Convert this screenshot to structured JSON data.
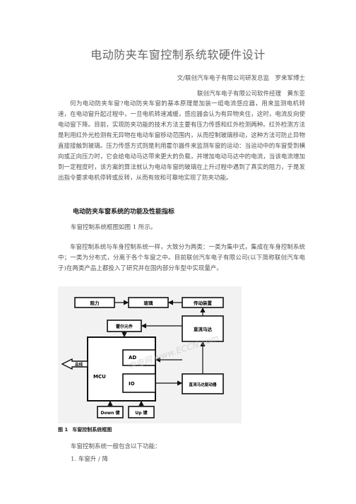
{
  "title": "电动防夹车窗控制系统软硬件设计",
  "authors": [
    "文/联创汽车电子有限公司研发总监　罗来军博士",
    "联创汽车电子有限公司软件经理　黄东亚"
  ],
  "intro": "何为电动防夹车窗?电动防夹车窗的基本原理是加装一组电流感应器，用来监测电机转速，在电动窗升起过程中，一旦电机转速减缓，感应器会认为有异物夹住，这时，电流反向使电动窗下降。目前，实现防夹功能的技术方法主要有压力传感和红外检测两种。红外检测方法是利用红外光检测有无异物在电动车窗移动范围内，从而控制玻璃移动，这种方法可防止异物直接接触到玻璃。压力传感方式则是利用霍尔器件来监测车窗的运动：当运动中的车窗受到横向或正向压力时，它会给电动马达带来更大的负载，并增加电动马达中的电流，当该电流增加到一定程度时，该方案的算法就认为电动车窗的玻璃在上升过程中遇到了真实的阻力，于是发出指令要求电机停转或反转，从而有效和可靠地实现了防夹功能。",
  "section_heading": "电动防夹车窗系统的功能及性能指标",
  "fig_ref": "车窗控制系统框图如图 1 所示。",
  "para2": "车窗控制系统与车身控制系统一样，大致分为两类：一类为集中式，集成在车身控制系统中；一类为分布式，分离于各个车窗之中。目前联创汽车电子有限公司(以下简称联创汽车电子)在两类产品上都投入了研究并在国内部分车型中实现量产。",
  "figure": {
    "boxes": {
      "power": "阻力",
      "glass": "玻璃",
      "gear": "传动装置",
      "hall": "霍尔元件",
      "motor": "直流马达",
      "bus": "总线",
      "mcu": "MCU",
      "ad": "AD",
      "io": "IO",
      "driver": "直流马达驱动器",
      "down": "Down 键",
      "up": "Up 键"
    },
    "watermark": "中电网 www.ECCN.com"
  },
  "caption_num": "图 1",
  "caption_text": "车窗控制系统框图",
  "functions_intro": "车窗控制系统一般包含以下功能：",
  "list_item_1": "1. 车窗升 / 降"
}
